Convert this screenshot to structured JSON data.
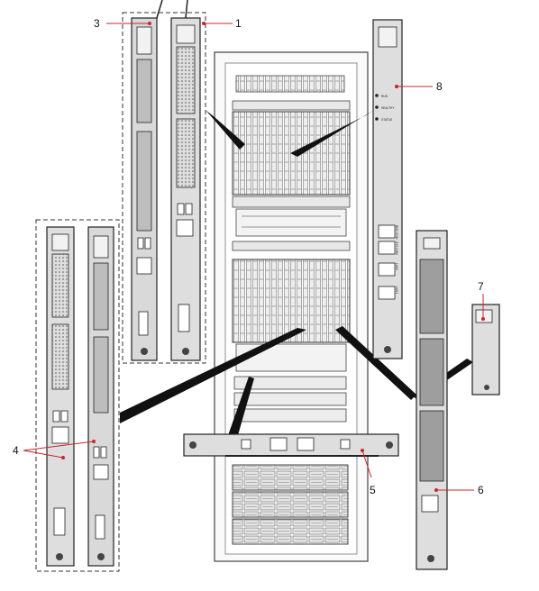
{
  "callouts": {
    "c1": "1",
    "c2": "3",
    "c3": "8",
    "c4": "4",
    "c5": "5",
    "c6": "6",
    "c7": "7"
  },
  "panel_labels": {
    "status_1": "RUN",
    "status_2": "HEALTHY",
    "status_3": "STATUS",
    "port_1": "BMC COM",
    "port_2": "SYS COM",
    "port_3": "LAN0",
    "port_4": "LAN1"
  },
  "colors": {
    "panel": "#dcdcdc",
    "panel_dark": "#3c3c3c",
    "line": "#222222",
    "arrow": "#111111"
  }
}
